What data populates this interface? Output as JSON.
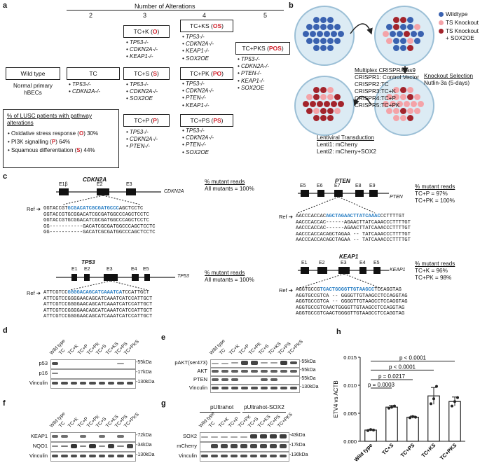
{
  "panel_a": {
    "label": "a",
    "header": "Number of Alterations",
    "columns": [
      "2",
      "3",
      "4",
      "5"
    ],
    "wildtype_box": "Wild type",
    "wildtype_sub": "Normal primary hBECs",
    "groups": [
      {
        "name": "TC",
        "code": "",
        "genes": [
          "TP53-/-",
          "CDKN2A-/-"
        ]
      },
      {
        "name": "TC+K",
        "code": "O",
        "genes": [
          "TP53-/-",
          "CDKN2A-/-",
          "KEAP1-/-"
        ]
      },
      {
        "name": "TC+S",
        "code": "S",
        "genes": [
          "TP53-/-",
          "CDKN2A-/-",
          "SOX2OE"
        ]
      },
      {
        "name": "TC+P",
        "code": "P",
        "genes": [
          "TP53-/-",
          "CDKN2A-/-",
          "PTEN-/-"
        ]
      },
      {
        "name": "TC+KS",
        "code": "OS",
        "genes": [
          "TP53-/-",
          "CDKN2A-/-",
          "KEAP1-/-",
          "SOX2OE"
        ]
      },
      {
        "name": "TC+PK",
        "code": "PO",
        "genes": [
          "TP53-/-",
          "CDKN2A-/-",
          "PTEN-/-",
          "KEAP1-/-"
        ]
      },
      {
        "name": "TC+PS",
        "code": "PS",
        "genes": [
          "TP53-/-",
          "CDKN2A-/-",
          "PTEN-/-",
          "SOX2OE"
        ]
      },
      {
        "name": "TC+PKS",
        "code": "POS",
        "genes": [
          "TP53-/-",
          "CDKN2A-/-",
          "PTEN-/-",
          "KEAP1-/-",
          "SOX2OE"
        ]
      }
    ],
    "lusc_title": "% of LUSC patients with pathway alterations",
    "lusc_items": [
      {
        "text": "Oxidative stress response",
        "code": "O",
        "pct": "30%"
      },
      {
        "text": "PI3K signalling",
        "code": "P",
        "pct": "64%"
      },
      {
        "text": "Squamous differentiation",
        "code": "S",
        "pct": "44%"
      }
    ]
  },
  "panel_b": {
    "label": "b",
    "legend": [
      "Wildtype",
      "TS Knockout",
      "TS Knockout + SOX2OE"
    ],
    "legend_colors": [
      "#3a62b0",
      "#f4a3a8",
      "#a3242c"
    ],
    "crispr_title": "Multiplex CRISPR/Cas9",
    "crispr_items": [
      "CRISPR1: Control Vector",
      "CRISPR2:TC",
      "CRISPR3:TC+K",
      "CRISPR4:TC+P",
      "CRISPR5:TC+PK"
    ],
    "selection_title": "Knockout Selection",
    "selection_sub": "Nutlin-3a (5-days)",
    "lenti_title": "Lentiviral Transduction",
    "lenti_items": [
      "Lenti1: mCherry",
      "Lenti2: mCherry+SOX2"
    ]
  },
  "panel_c": {
    "label": "c",
    "cdkn2a": {
      "gene": "CDKN2A",
      "exons": [
        "E1β",
        "E2",
        "E3"
      ],
      "mut_title": "% mutant reads",
      "mut_values": [
        "All mutants = 100%"
      ],
      "ref_prefix": "GGTACCGT",
      "ref_guide": "GCGACATCGCGATGCCC",
      "ref_suffix": "AGCTCCTC",
      "reads": [
        "GGTACCGTGCGGACATCGCGATGGCCCAGCTCCTC",
        "GGTACCGTGCGGACATCGCGATGGCCCAGCTCCTC",
        "GG-----------GACATCGCGATGGCCCAGCTCCTC",
        "GG-----------GACATCGCGATGGCCCAGCTCCTC"
      ]
    },
    "pten": {
      "gene": "PTEN",
      "exons": [
        "E5",
        "E6",
        "E7",
        "E8",
        "E9"
      ],
      "mut_title": "% mutant reads",
      "mut_values": [
        "TC+P = 97%",
        "TC+PK = 100%"
      ],
      "ref_prefix": "AACCCACCAC",
      "ref_guide": "AGCTAGAACTTATCAAAC",
      "ref_suffix": "CCTTTTGT",
      "reads": [
        "AACCCACCAC------AGAACTTATCAAACCCTTTTGT",
        "AACCCACCAC------AGAACTTATCAAACCCTTTTGT",
        "AACCCACCACAGCTAGAA -- TATCAAACCCTTTTGT",
        "AACCCACCACAGCTAGAA -- TATCAAACCCTTTTGT"
      ]
    },
    "tp53": {
      "gene": "TP53",
      "exons": [
        "E1",
        "E2",
        "E3",
        "E4",
        "E5"
      ],
      "mut_title": "% mutant reads",
      "mut_values": [
        "All mutants = 100%"
      ],
      "ref_prefix": "ATTCGTCC",
      "ref_guide": "GGGGACAGCATCAAATCA",
      "ref_suffix": "TCCATTGCT",
      "reads": [
        "ATTCGTCCGGGGAACAGCATCAAATCATCCATTGCT",
        "ATTCGTCCGGGGAACAGCATCAAATCATCCATTGCT",
        "ATTCGTCCGGGGAACAGCATCAAATCATCCATTGCT",
        "ATTCGTCCGGGGAACAGCATCAAATCATCCATTGCT"
      ]
    },
    "keap1": {
      "gene": "KEAP1",
      "exons": [
        "E1",
        "E2",
        "E3",
        "E4",
        "E5"
      ],
      "mut_title": "% mutant reads",
      "mut_values": [
        "TC+K = 96%",
        "TC+PK = 98%"
      ],
      "ref_prefix": "AGGTGCCG",
      "ref_guide": "TCACTGGGGTTGTAAGCC",
      "ref_suffix": "TCCAGGTAG",
      "reads": [
        "AGGTGCCGTCA -- GGGGTTGTAAGCCTCCAGGTAG",
        "AGGTGCCGTCA -- GGGGTTGTAAGCCTCCAGGTAG",
        "AGGTGCCGTCAACTGGGGTTGTAAGCCTCCAGGTAG",
        "AGGTGCCGTCAACTGGGGTTGTAAGCCTCCAGGTAG"
      ]
    },
    "ref_label": "Ref"
  },
  "blots": {
    "d": {
      "label": "d",
      "lanes": [
        "Wild type",
        "TC",
        "TC+K",
        "TC+P",
        "TC+PK",
        "TC+S",
        "TC+KS",
        "TC+PS",
        "TC+PKS"
      ],
      "rows": [
        "p53",
        "p16",
        "Vinculin"
      ],
      "kda": [
        "-55kDa",
        "-17kDa",
        "-130kDa"
      ]
    },
    "e": {
      "label": "e",
      "lanes": [
        "Wild type",
        "TC",
        "TC+K",
        "TC+P",
        "TC+PK",
        "TC+S",
        "TC+KS",
        "TC+PS",
        "TC+PKS"
      ],
      "rows": [
        "pAKT(ser473)",
        "AKT",
        "PTEN",
        "Vinculin"
      ],
      "kda": [
        "-55kDa",
        "-55kDa",
        "-55kDa",
        "-130kDa"
      ]
    },
    "f": {
      "label": "f",
      "lanes": [
        "Wild type",
        "TC",
        "TC+K",
        "TC+P",
        "TC+PK",
        "TC+S",
        "TC+KS",
        "TC+PS",
        "TC+PKS"
      ],
      "rows": [
        "KEAP1",
        "NQO1",
        "Vinculin"
      ],
      "kda": [
        "-72kDa",
        "-34kDa",
        "-130kDa"
      ]
    },
    "g": {
      "label": "g",
      "groups": [
        "pUltrahot",
        "pUltrahot-SOX2"
      ],
      "lanes": [
        "Wild type",
        "TC",
        "TC+K",
        "TC+P",
        "TC+PK",
        "TC+S",
        "TC+KS",
        "TC+PS",
        "TC+PKS"
      ],
      "rows": [
        "SOX2",
        "mCherry",
        "Vinculin"
      ],
      "kda": [
        "-43kDa",
        "-17kDa",
        "-130kDa"
      ]
    }
  },
  "chart_data": {
    "type": "bar",
    "label": "h",
    "categories": [
      "Wild type",
      "TC+S",
      "TC+PS",
      "TC+KS",
      "TC+PKS"
    ],
    "values": [
      0.002,
      0.0061,
      0.0043,
      0.0081,
      0.0071
    ],
    "errors": [
      0.0001,
      0.0003,
      0.0002,
      0.0015,
      0.0008
    ],
    "points": [
      [
        0.0019,
        0.0021,
        0.002
      ],
      [
        0.0059,
        0.0061,
        0.0063
      ],
      [
        0.0042,
        0.0044,
        0.0043
      ],
      [
        0.0067,
        0.0076,
        0.0098
      ],
      [
        0.0063,
        0.0071,
        0.0078
      ]
    ],
    "ylabel": "ETV4 vs ACTB",
    "ylim": [
      0,
      0.015
    ],
    "yticks": [
      "0.000",
      "0.005",
      "0.010",
      "0.015"
    ],
    "significance": [
      {
        "from": 0,
        "to": 1,
        "text": "p = 0.0003"
      },
      {
        "from": 0,
        "to": 2,
        "text": "p = 0.0217"
      },
      {
        "from": 0,
        "to": 3,
        "text": "p < 0.0001"
      },
      {
        "from": 0,
        "to": 4,
        "text": "p < 0.0001"
      }
    ]
  }
}
